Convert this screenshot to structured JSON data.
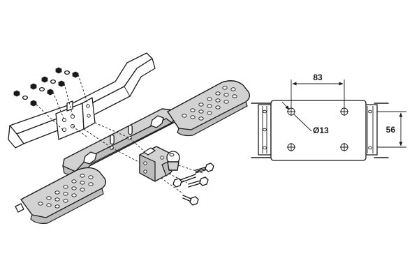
{
  "dimensions": {
    "hole_spacing_horizontal": "83",
    "hole_spacing_vertical": "56",
    "hole_diameter": "Ø13"
  }
}
